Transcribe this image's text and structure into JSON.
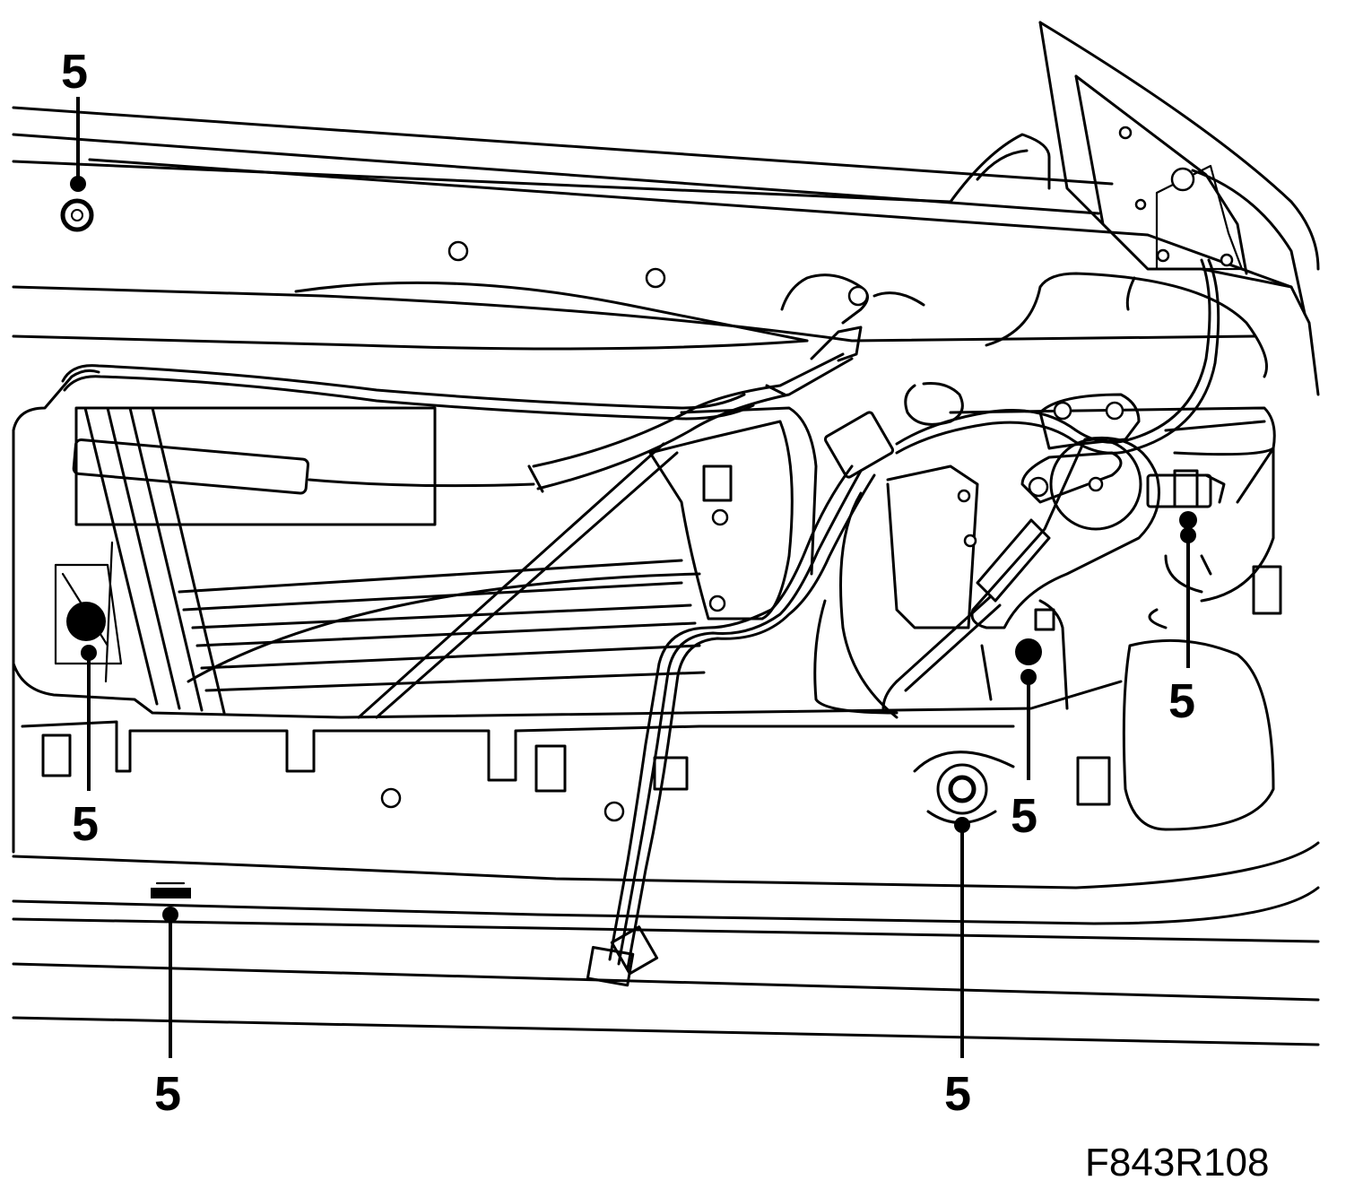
{
  "figure_code": "F843R108",
  "callouts": [
    {
      "id": "top-left",
      "label": "5"
    },
    {
      "id": "left-middle",
      "label": "5"
    },
    {
      "id": "bottom-left",
      "label": "5"
    },
    {
      "id": "bottom-center",
      "label": "5"
    },
    {
      "id": "center-right",
      "label": "5"
    },
    {
      "id": "right",
      "label": "5"
    }
  ]
}
